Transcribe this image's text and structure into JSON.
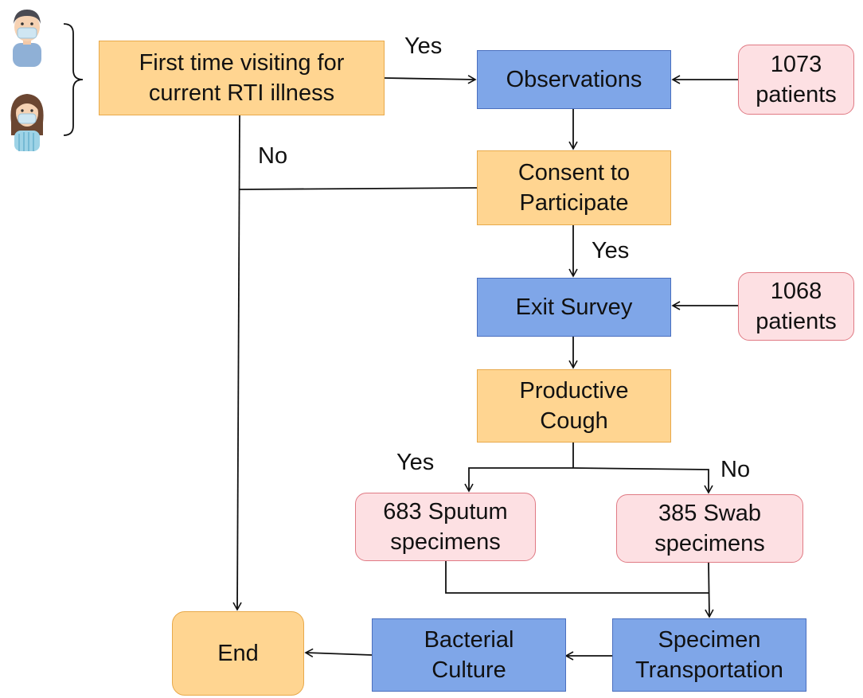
{
  "nodes": {
    "first_visit": {
      "line1": "First time visiting for",
      "line2": "current RTI illness"
    },
    "observations": {
      "line1": "Observations"
    },
    "patients_1073": {
      "line1": "1073",
      "line2": "patients"
    },
    "consent": {
      "line1": "Consent to",
      "line2": "Participate"
    },
    "exit_survey": {
      "line1": "Exit Survey"
    },
    "patients_1068": {
      "line1": "1068",
      "line2": "patients"
    },
    "productive_cough": {
      "line1": "Productive",
      "line2": "Cough"
    },
    "sputum": {
      "line1": "683 Sputum",
      "line2": "specimens"
    },
    "swab": {
      "line1": "385 Swab",
      "line2": "specimens"
    },
    "end": {
      "line1": "End"
    },
    "bacterial_culture": {
      "line1": "Bacterial",
      "line2": "Culture"
    },
    "specimen_transport": {
      "line1": "Specimen",
      "line2": "Transportation"
    }
  },
  "edge_labels": {
    "yes_top": "Yes",
    "no_left": "No",
    "yes_consent": "Yes",
    "yes_cough": "Yes",
    "no_cough": "No"
  },
  "colors": {
    "process_orange": "#ffd591",
    "process_blue": "#7fa6e8",
    "count_pink": "#fde0e3"
  },
  "icons": [
    "man-with-mask-icon",
    "woman-with-mask-icon"
  ]
}
